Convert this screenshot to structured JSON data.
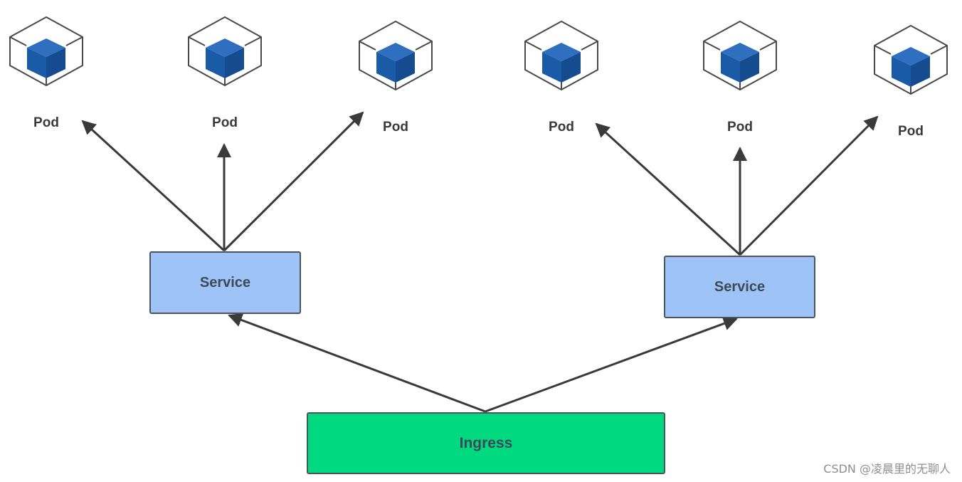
{
  "diagram": {
    "pod_label": "Pod",
    "service_label": "Service",
    "ingress_label": "Ingress",
    "colors": {
      "service_fill": "#9dc3f7",
      "ingress_fill": "#00d97f",
      "cube_blue": "#1a5ba8",
      "arrow": "#3a3a3a"
    }
  },
  "groups": [
    {
      "service": "Service",
      "pods": [
        "Pod",
        "Pod",
        "Pod"
      ]
    },
    {
      "service": "Service",
      "pods": [
        "Pod",
        "Pod",
        "Pod"
      ]
    }
  ],
  "watermark": "CSDN @凌晨里的无聊人"
}
